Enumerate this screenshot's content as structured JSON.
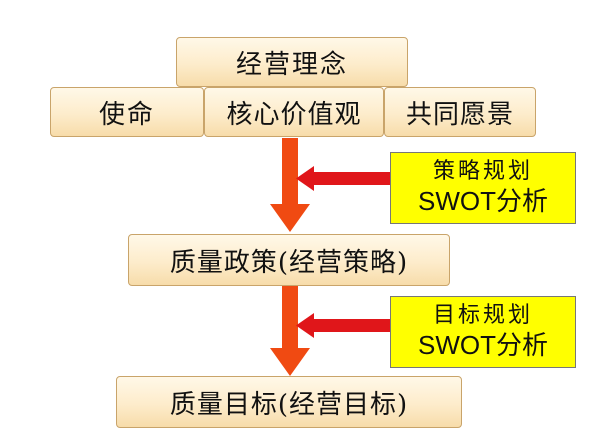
{
  "top": {
    "title": "经营理念"
  },
  "row": {
    "mission": "使命",
    "core_values": "核心价值观",
    "vision": "共同愿景"
  },
  "side1": {
    "line1": "策略规划",
    "line2": "SWOT分析"
  },
  "policy": {
    "label": "质量政策(经营策略)"
  },
  "side2": {
    "line1": "目标规划",
    "line2": "SWOT分析"
  },
  "objective": {
    "label": "质量目标(经营目标)"
  },
  "colors": {
    "arrow": "#f04a12",
    "arrow_side": "#e0161a",
    "yellow": "#ffff00",
    "cream": "#fdeccb"
  }
}
